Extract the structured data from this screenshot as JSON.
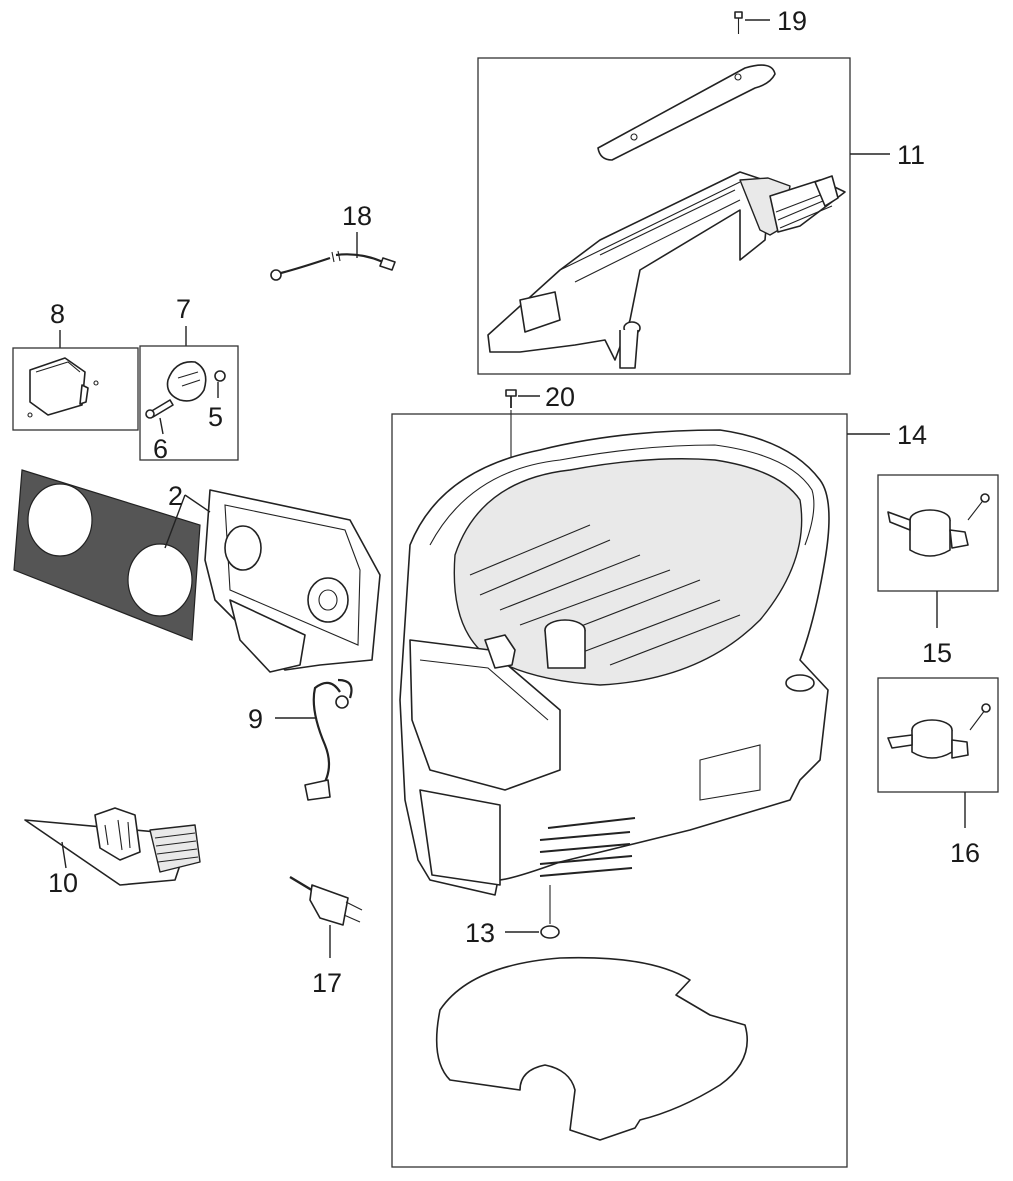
{
  "diagram": {
    "callouts": {
      "c2": "2",
      "c5": "5",
      "c6": "6",
      "c7": "7",
      "c8": "8",
      "c9": "9",
      "c10": "10",
      "c11": "11",
      "c13": "13",
      "c14": "14",
      "c15": "15",
      "c16": "16",
      "c17": "17",
      "c18": "18",
      "c19": "19",
      "c20": "20"
    },
    "colors": {
      "ink": "#222222",
      "background": "#ffffff",
      "gasket": "#555555"
    },
    "style": "exploded parts view, line drawing"
  }
}
